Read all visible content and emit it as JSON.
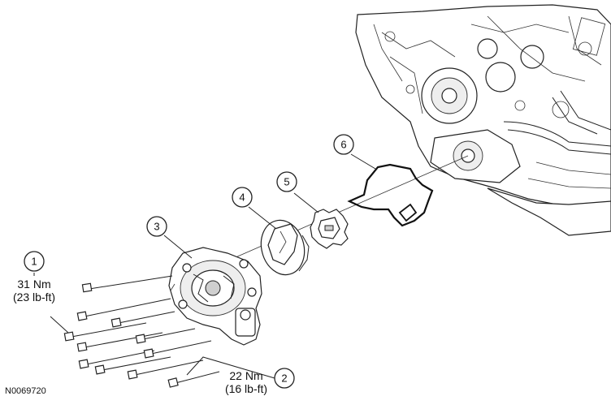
{
  "callouts": [
    {
      "id": "1"
    },
    {
      "id": "2"
    },
    {
      "id": "3"
    },
    {
      "id": "4"
    },
    {
      "id": "5"
    },
    {
      "id": "6"
    }
  ],
  "torque_1": {
    "nm": "31 Nm",
    "lbft": "(23 lb-ft)"
  },
  "torque_2": {
    "nm": "22 Nm",
    "lbft": "(16 lb-ft)"
  },
  "figure_id": "N0069720"
}
